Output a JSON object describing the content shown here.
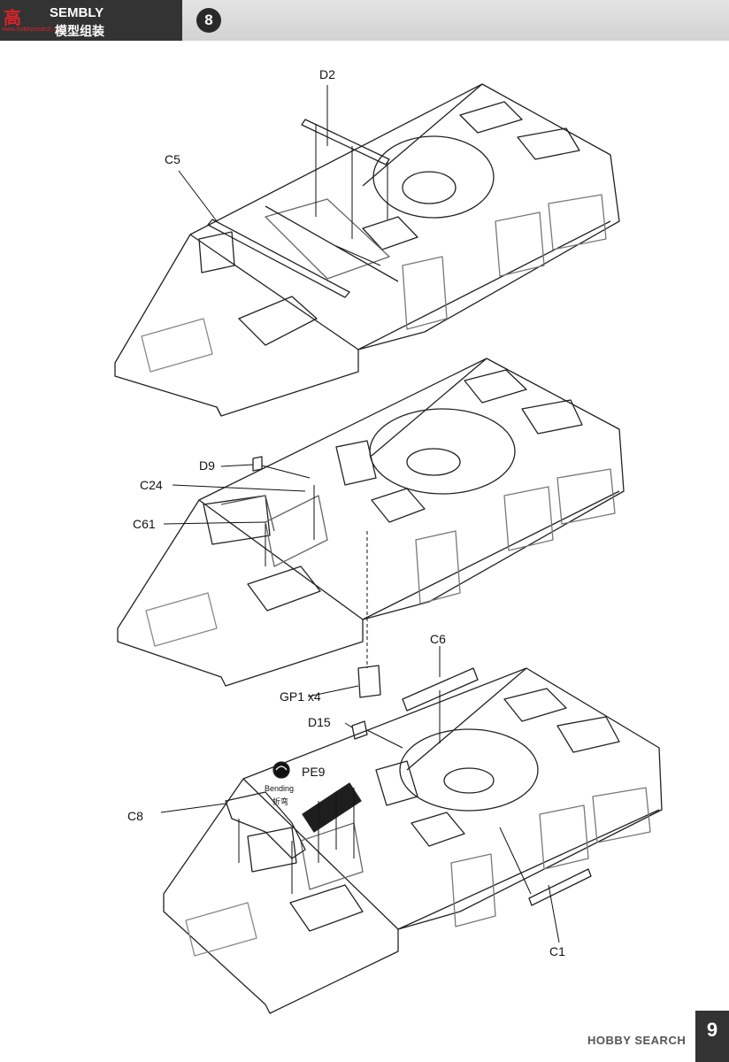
{
  "header": {
    "title_en": "SEMBLY",
    "title_zh": "模型组装",
    "logo_zh": "高",
    "logo_url": "www.hobbysearch.com",
    "step_number": "8"
  },
  "labels": {
    "d2": "D2",
    "c5": "C5",
    "d9": "D9",
    "c24": "C24",
    "c61": "C61",
    "c6": "C6",
    "gp1": "GP1 x4",
    "d15": "D15",
    "pe9": "PE9",
    "c8": "C8",
    "c1": "C1",
    "bending_en": "Bending",
    "bending_zh": "折弯"
  },
  "footer": {
    "page_number": "9",
    "watermark": "HOBBY SEARCH"
  }
}
